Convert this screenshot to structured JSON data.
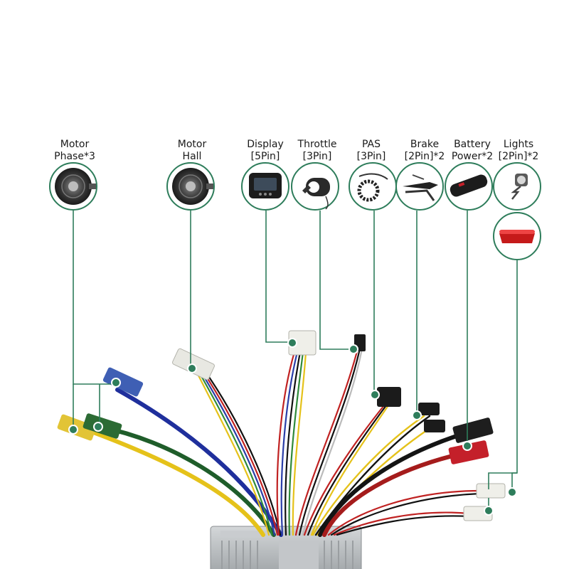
{
  "components": [
    {
      "id": "motor-phase",
      "label_line1": "Motor",
      "label_line2": "Phase*3",
      "icon": "hub-motor-icon"
    },
    {
      "id": "motor-hall",
      "label_line1": "Motor",
      "label_line2": "Hall",
      "icon": "hub-motor-icon"
    },
    {
      "id": "display",
      "label_line1": "Display",
      "label_line2": "[5Pin]",
      "icon": "lcd-display-icon"
    },
    {
      "id": "throttle",
      "label_line1": "Throttle",
      "label_line2": "[3Pin]",
      "icon": "thumb-throttle-icon"
    },
    {
      "id": "pas",
      "label_line1": "PAS",
      "label_line2": "[3Pin]",
      "icon": "pas-sensor-icon"
    },
    {
      "id": "brake",
      "label_line1": "Brake",
      "label_line2": "[2Pin]*2",
      "icon": "brake-lever-icon"
    },
    {
      "id": "battery",
      "label_line1": "Battery",
      "label_line2": "Power*2",
      "icon": "battery-pack-icon"
    },
    {
      "id": "lights",
      "label_line1": "Lights",
      "label_line2": "[2Pin]*2",
      "icon": "headlight-icon",
      "icon2": "tail-light-icon"
    }
  ],
  "colors": {
    "callout_line": "#2e7d5b",
    "circle_stroke": "#2e7d5b",
    "wire_blue": "#1f2f9c",
    "wire_green": "#1f5d2a",
    "wire_yellow": "#e5c21a",
    "wire_red": "#a51c1c",
    "wire_black": "#141414",
    "controller_body": "#b8bcbf"
  }
}
